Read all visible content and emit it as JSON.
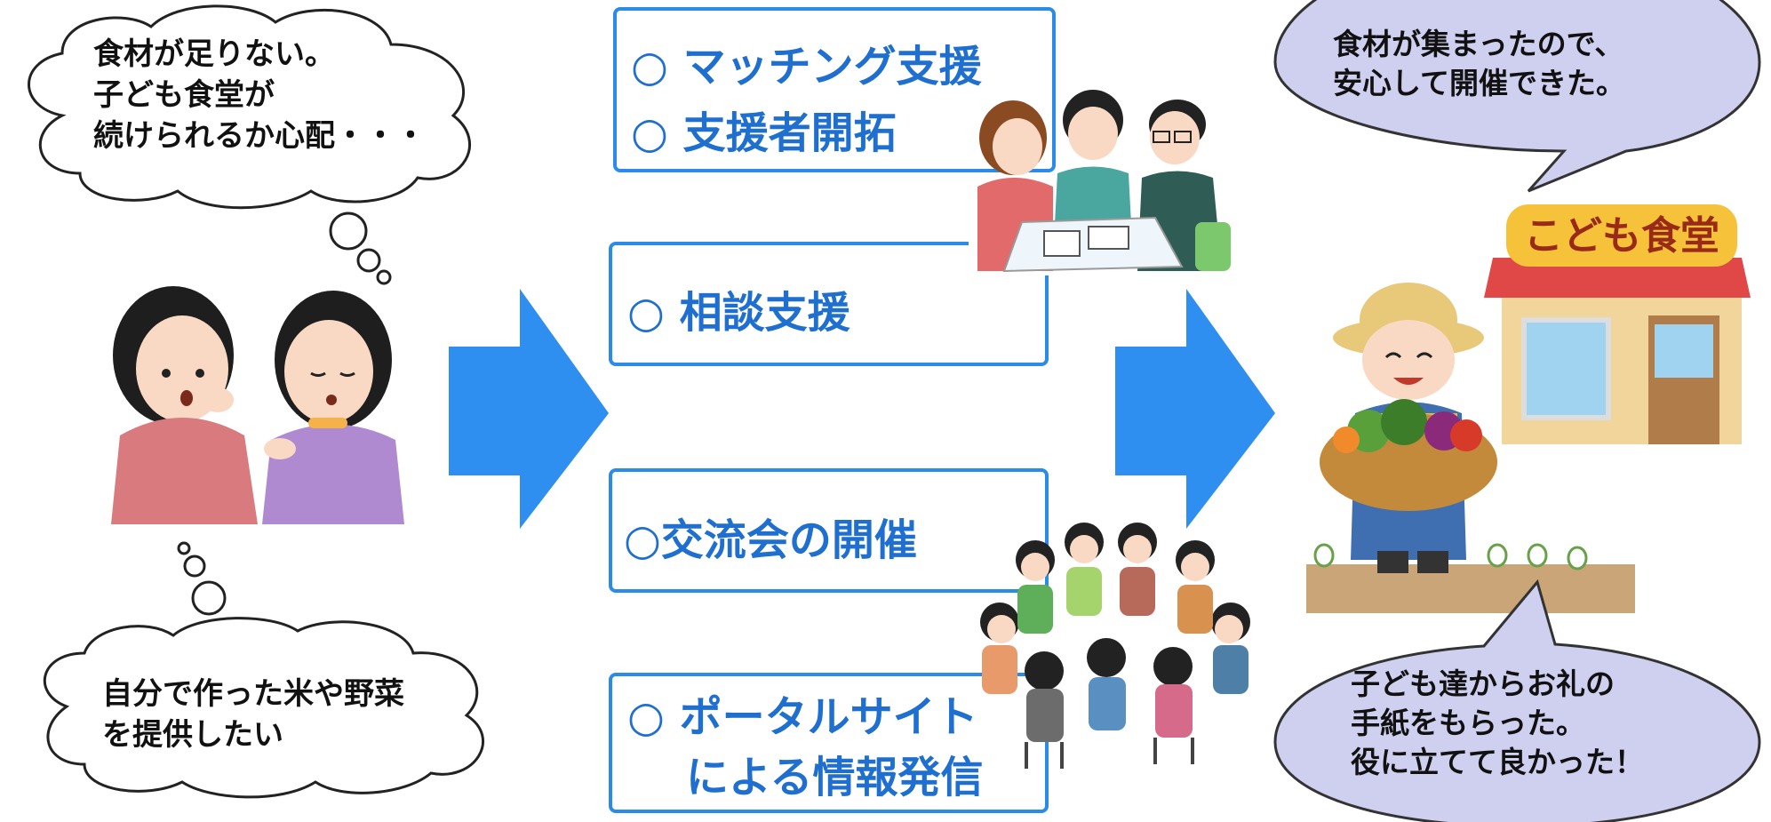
{
  "left": {
    "worry_bubble": "食材が足りない。\n子ども食堂が\n続けられるか心配・・・",
    "offer_bubble": "自分で作った米や野菜\nを提供したい"
  },
  "center": {
    "box1_line1": "○ マッチング支援",
    "box1_line2": "○ 支援者開拓",
    "box2": "○ 相談支援",
    "box3": "○交流会の開催",
    "box4_line1": "○ ポータルサイト",
    "box4_line2": "による情報発信"
  },
  "right": {
    "top_bubble": "食材が集まったので、\n安心して開催できた。",
    "bottom_bubble": "子ども達からお礼の\n手紙をもらった。\n役に立てて良かった！",
    "store_sign": "こども食堂"
  },
  "colors": {
    "arrow": "#2f8ff0",
    "box_border": "#2a8ce8",
    "box_text": "#1f6fd1",
    "ellipse_fill": "#cfd0f0"
  },
  "icons": {
    "women_talking": "two-women-talking-illustration",
    "meeting": "three-people-meeting-illustration",
    "group": "group-exchange-circle-illustration",
    "farmer_store": "farmer-with-vegetables-and-kodomo-shokudo-store-illustration"
  }
}
